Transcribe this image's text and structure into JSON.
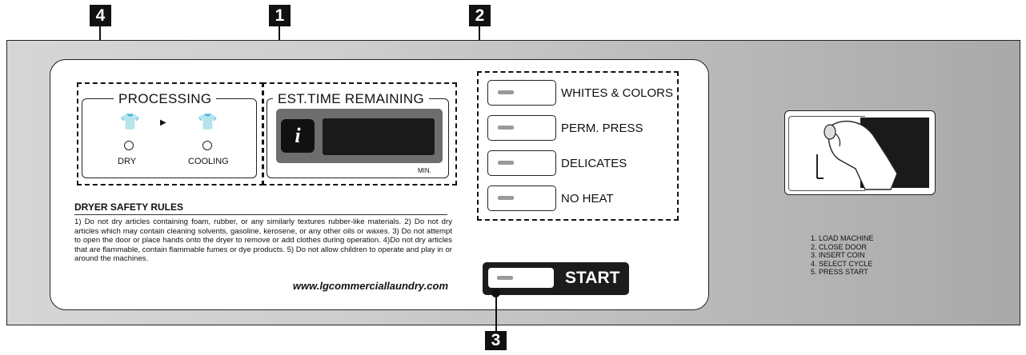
{
  "callouts": [
    "4",
    "1",
    "2",
    "3"
  ],
  "processing": {
    "title": "PROCESSING",
    "stage1": "DRY",
    "stage2": "COOLING"
  },
  "timer": {
    "title": "EST.TIME REMAINING",
    "info": "i",
    "unit": "MIN."
  },
  "cycles": [
    "WHITES & COLORS",
    "PERM. PRESS",
    "DELICATES",
    "NO HEAT"
  ],
  "start_label": "START",
  "safety": {
    "title": "DRYER SAFETY RULES",
    "text": "1) Do not dry articles containing foam, rubber, or any similarly textures rubber-like materials. 2) Do not dry articles which may contain cleaning solvents, gasoline, kerosene, or any other oils or waxes. 3) Do not attempt to open the door or place hands onto the dryer to remove or add clothes during operation. 4)Do not dry articles that are flammable, contain flammable fumes or dye products. 5) Do not allow children to operate and play in or around the machines.",
    "url": "www.lgcommerciallaundry.com"
  },
  "instructions": [
    "1. LOAD MACHINE",
    "2. CLOSE DOOR",
    "3. INSERT COIN",
    "4. SELECT CYCLE",
    "5. PRESS START"
  ]
}
